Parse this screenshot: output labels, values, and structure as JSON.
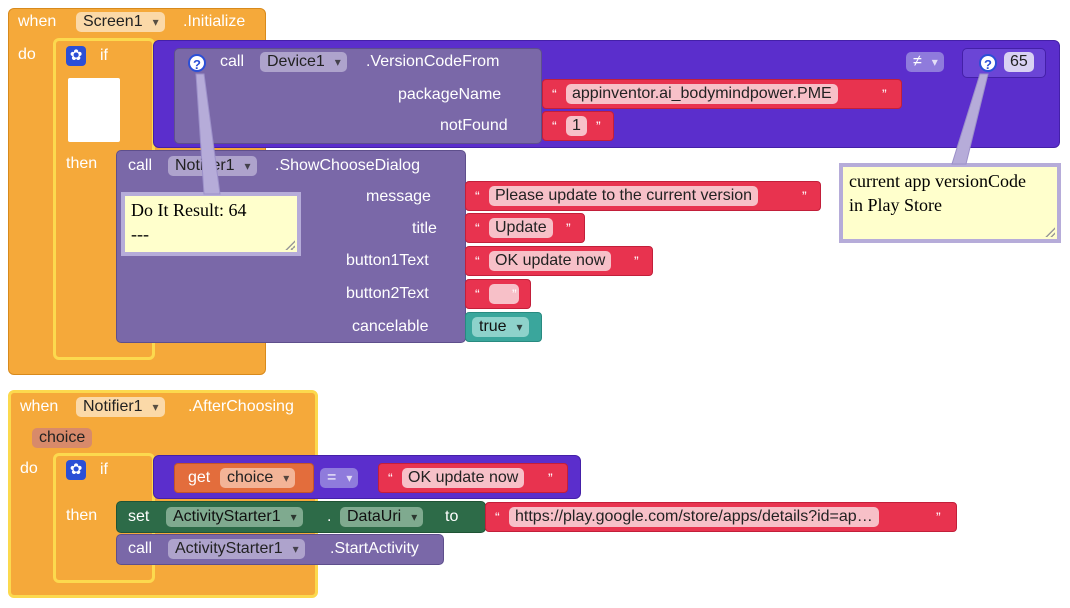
{
  "block1": {
    "when": "when",
    "component": "Screen1",
    "event": ".Initialize",
    "do": "do",
    "if": "if",
    "then": "then",
    "call_version": {
      "call": "call",
      "component": "Device1",
      "method": ".VersionCodeFrom",
      "package_label": "packageName",
      "package_value": "appinventor.ai_bodymindpower.PME",
      "notfound_label": "notFound",
      "notfound_value": "1"
    },
    "compare_op": "≠",
    "compare_value": "65",
    "comment_result": {
      "line1": "Do It Result: 64",
      "line2": "---"
    },
    "comment_version": {
      "line1": "current app versionCode",
      "line2": "in Play Store"
    },
    "dialog": {
      "call": "call",
      "component": "Notifier1",
      "method": ".ShowChooseDialog",
      "message_label": "message",
      "message_value": "Please update to the current version",
      "title_label": "title",
      "title_value": "Update",
      "button1_label": "button1Text",
      "button1_value": "OK update now",
      "button2_label": "button2Text",
      "button2_value": "",
      "cancelable_label": "cancelable",
      "cancelable_value": "true"
    }
  },
  "block2": {
    "when": "when",
    "component": "Notifier1",
    "event": ".AfterChoosing",
    "param": "choice",
    "do": "do",
    "if": "if",
    "then": "then",
    "get": "get",
    "get_var": "choice",
    "op": "=",
    "compare_value": "OK update now",
    "set": {
      "set": "set",
      "component": "ActivityStarter1",
      "dot": ".",
      "property": "DataUri",
      "to": "to",
      "value": "https://play.google.com/store/apps/details?id=ap…"
    },
    "start": {
      "call": "call",
      "component": "ActivityStarter1",
      "method": ".StartActivity"
    }
  },
  "quote_open": "“",
  "quote_close": "”",
  "icons": {
    "help": "question-icon",
    "mutator": "gear-icon"
  },
  "colors": {
    "event": "#f5a93a",
    "control": "#5b2ecc",
    "procedure": "#7a68a8",
    "text": "#e8334f",
    "logic": "#3aa69c",
    "setter": "#2d6b48",
    "getter": "#e36d3c"
  }
}
